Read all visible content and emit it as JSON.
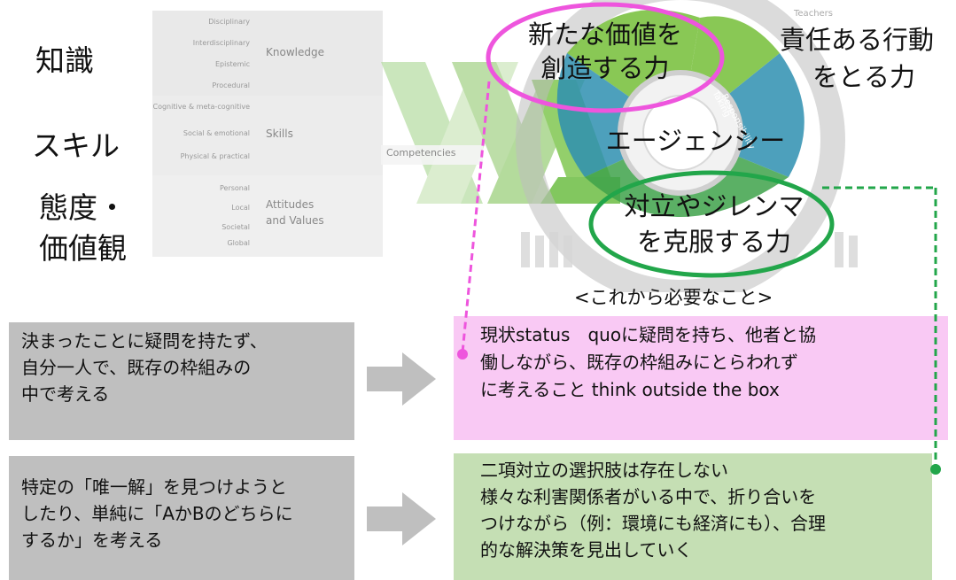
{
  "left_labels": {
    "knowledge_jp": "知識",
    "skills_jp": "スキル",
    "attitudes_jp_1": "態度・",
    "attitudes_jp_2": "価値観"
  },
  "bands": {
    "knowledge": {
      "lines": [
        "Disciplinary",
        "Interdisciplinary",
        "Epistemic",
        "Procedural"
      ],
      "label": "Knowledge"
    },
    "skills": {
      "lines": [
        "Cognitive & meta-cognitive",
        "Social & emotional",
        "Physical & practical"
      ],
      "label": "Skills"
    },
    "attitudes": {
      "lines": [
        "Personal",
        "Local",
        "Societal",
        "Global"
      ],
      "label_1": "Attitudes",
      "label_2": "and Values"
    },
    "competencies": "Competencies"
  },
  "wheel": {
    "center": "エージェンシー",
    "top_left_1": "新たな価値を",
    "top_left_2": "創造する力",
    "top_right_1": "責任ある行動",
    "top_right_2": "をとる力",
    "bottom_1": "対立やジレンマ",
    "bottom_2": "を克服する力",
    "small_taking": "Taking",
    "small_responsibility": "Responsibility",
    "small_teachers": "Teachers"
  },
  "section_caption": "<これから必要なこと>",
  "rows": [
    {
      "left": [
        "決まったことに疑問を持たず、",
        "自分一人で、既存の枠組みの",
        "中で考える"
      ],
      "right": [
        "現状status　quoに疑問を持ち、他者と協",
        "働しながら、既存の枠組みにとらわれず",
        "に考えること think outside the box"
      ]
    },
    {
      "left": [
        "特定の「唯一解」を見つけようと",
        "したり、単純に「AかBのどちらに",
        "するか」を考える"
      ],
      "right": [
        "二項対立の選択肢は存在しない",
        "様々な利害関係者がいる中で、折り合いを",
        "つけながら（例：環境にも経済にも）、合理",
        "的な解決策を見出していく"
      ]
    }
  ],
  "colors": {
    "pink_accent": "#ee55dd",
    "green_accent": "#22a64a",
    "pink_box": "#f9c9f4",
    "green_box": "#c5dfb4",
    "gray_box": "#bfbfbf",
    "wheel_green": "#7cc242",
    "wheel_blue": "#2e8fb0"
  }
}
